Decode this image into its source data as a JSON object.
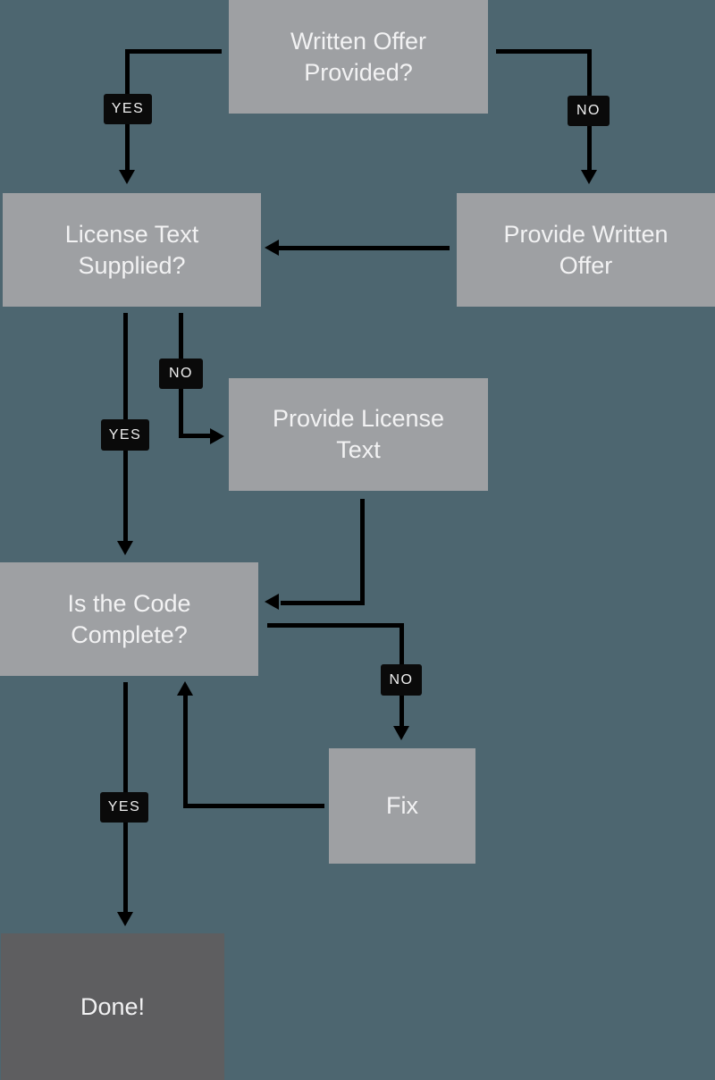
{
  "diagram": {
    "type": "flowchart",
    "colors": {
      "background": "#4D6670",
      "node_fill": "#9EA0A3",
      "terminal_fill": "#5E5E60",
      "edge_label_fill": "#0A0A0A",
      "connector": "#000000",
      "node_text": "#F2F2F3",
      "edge_label_text": "#EFEFEF"
    },
    "nodes": {
      "written_offer": {
        "label": "Written Offer Provided?",
        "type": "decision"
      },
      "provide_written_offer": {
        "label": "Provide Written Offer",
        "type": "process"
      },
      "license_text": {
        "label": "License Text Supplied?",
        "type": "decision"
      },
      "provide_license_text": {
        "label": "Provide License Text",
        "type": "process"
      },
      "code_complete": {
        "label": "Is the Code Complete?",
        "type": "decision"
      },
      "fix": {
        "label": "Fix",
        "type": "process"
      },
      "done": {
        "label": "Done!",
        "type": "terminal"
      }
    },
    "edges": {
      "written_offer_yes": {
        "from": "written_offer",
        "to": "license_text",
        "label": "YES"
      },
      "written_offer_no": {
        "from": "written_offer",
        "to": "provide_written_offer",
        "label": "NO"
      },
      "provide_written_offer_out": {
        "from": "provide_written_offer",
        "to": "license_text",
        "label": ""
      },
      "license_text_no": {
        "from": "license_text",
        "to": "provide_license_text",
        "label": "NO"
      },
      "license_text_yes": {
        "from": "license_text",
        "to": "code_complete",
        "label": "YES"
      },
      "provide_license_text_out": {
        "from": "provide_license_text",
        "to": "code_complete",
        "label": ""
      },
      "code_complete_no": {
        "from": "code_complete",
        "to": "fix",
        "label": "NO"
      },
      "fix_out": {
        "from": "fix",
        "to": "code_complete",
        "label": ""
      },
      "code_complete_yes": {
        "from": "code_complete",
        "to": "done",
        "label": "YES"
      }
    }
  }
}
